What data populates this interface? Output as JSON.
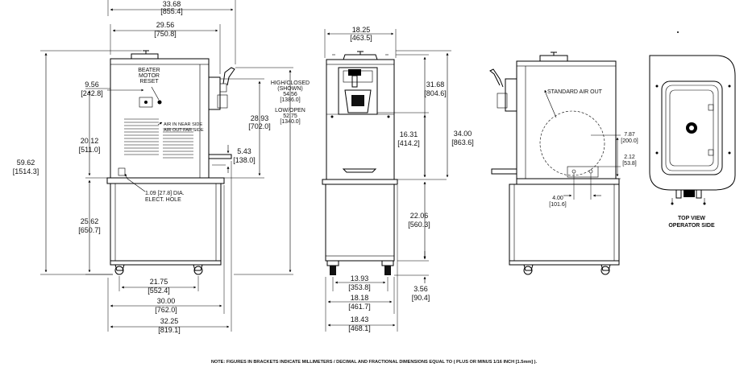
{
  "dims": {
    "overall_depth": {
      "in": "33.68",
      "mm": "[855.4]"
    },
    "cabinet_depth": {
      "in": "29.56",
      "mm": "[750.8]"
    },
    "overall_height": {
      "in": "59.62",
      "mm": "[1514.3]"
    },
    "reset_offset": {
      "in": "9.56",
      "mm": "[242.8]"
    },
    "cabinet_height": {
      "in": "20.12",
      "mm": "[511.0]"
    },
    "stand_height": {
      "in": "25.62",
      "mm": "[650.7]"
    },
    "side_to_freezer": {
      "in": "28.93",
      "mm": "[702.0]"
    },
    "outlet_height": {
      "in": "5.43",
      "mm": "[138.0]"
    },
    "caster_span": {
      "in": "21.75",
      "mm": "[552.4]"
    },
    "stand_depth": {
      "in": "30.00",
      "mm": "[762.0]"
    },
    "base_depth": {
      "in": "32.25",
      "mm": "[819.1]"
    },
    "front_width": {
      "in": "18.25",
      "mm": "[463.5]"
    },
    "head_height": {
      "in": "31.68",
      "mm": "[804.6]"
    },
    "unit_height": {
      "in": "34.00",
      "mm": "[863.6]"
    },
    "spout_height": {
      "in": "16.31",
      "mm": "[414.2]"
    },
    "leg_height": {
      "in": "22.06",
      "mm": "[560.3]"
    },
    "wheel_track": {
      "in": "13.93",
      "mm": "[353.8]"
    },
    "leg_clear": {
      "in": "3.56",
      "mm": "[90.4]"
    },
    "stand_width": {
      "in": "18.18",
      "mm": "[461.7]"
    },
    "base_width": {
      "in": "18.43",
      "mm": "[468.1]"
    },
    "air_height": {
      "in": "7.87",
      "mm": "[200.0]"
    },
    "air_low": {
      "in": "2.12",
      "mm": "[53.8]"
    },
    "air_width": {
      "in": "4.00",
      "mm": "[101.6]"
    }
  },
  "labels": {
    "beater_l1": "BEATER",
    "beater_l2": "MOTOR",
    "beater_l3": "RESET",
    "air_in_l1": "AIR IN NEAR SIDE",
    "air_in_l2": "AIR OUT FAR SIDE",
    "hole_l1": "1.09 [27.8] DIA.",
    "hole_l2": "ELECT. HOLE",
    "high_l1": "HIGH/CLOSED",
    "high_l2": "(SHOWN)",
    "high_l3": "54.56",
    "high_l4": "[1386.0]",
    "low_l1": "LOW/OPEN",
    "low_l2": "52.75",
    "low_l3": "[1340.0]",
    "std_air": "STANDARD AIR OUT",
    "top_l1": "TOP VIEW",
    "top_l2": "OPERATOR SIDE",
    "note": "NOTE: FIGURES IN BRACKETS INDICATE MILLIMETERS / DECIMAL AND FRACTIONAL DIMENSIONS EQUAL TO ( PLUS OR MINUS 1/16 INCH [1.5mm] )."
  }
}
